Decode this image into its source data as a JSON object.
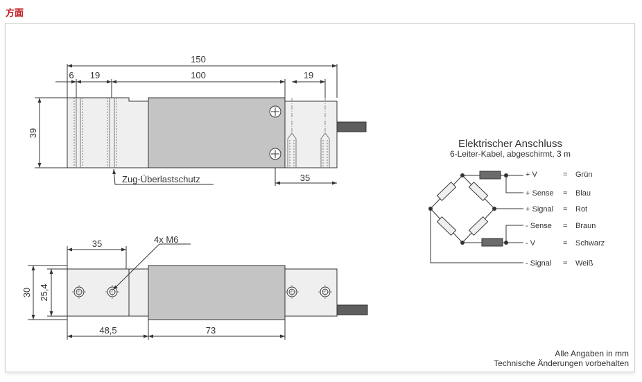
{
  "page": {
    "title": "方面"
  },
  "colors": {
    "title": "#c0141b",
    "body_fill": "#efefef",
    "center_fill": "#c4c4c4",
    "cable_fill": "#5e5e5e",
    "line": "#333333"
  },
  "top_view": {
    "dims": {
      "overall": "150",
      "left_segment": "6",
      "left_mid": "19",
      "center": "100",
      "right_segment": "19",
      "height": "39",
      "right_bottom": "35"
    },
    "label": "Zug-Überlastschutz"
  },
  "bottom_view": {
    "dims": {
      "top_span": "35",
      "height_outer": "30",
      "height_inner": "25,4",
      "bottom_left": "48,5",
      "bottom_center": "73"
    },
    "thread_label": "4x M6"
  },
  "electrical": {
    "title": "Elektrischer Anschluss",
    "subtitle": "6-Leiter-Kabel, abgeschirmt, 3 m",
    "connections": [
      {
        "signal": "+ V",
        "eq": "=",
        "color_name": "Grün"
      },
      {
        "signal": "+ Sense",
        "eq": "=",
        "color_name": "Blau"
      },
      {
        "signal": "+ Signal",
        "eq": "=",
        "color_name": "Rot"
      },
      {
        "signal": "- Sense",
        "eq": "=",
        "color_name": "Braun"
      },
      {
        "signal": "- V",
        "eq": "=",
        "color_name": "Schwarz"
      },
      {
        "signal": "- Signal",
        "eq": "=",
        "color_name": "Weiß"
      }
    ]
  },
  "notes": {
    "line1": "Alle Angaben in mm",
    "line2": "Technische Änderungen vorbehalten"
  }
}
